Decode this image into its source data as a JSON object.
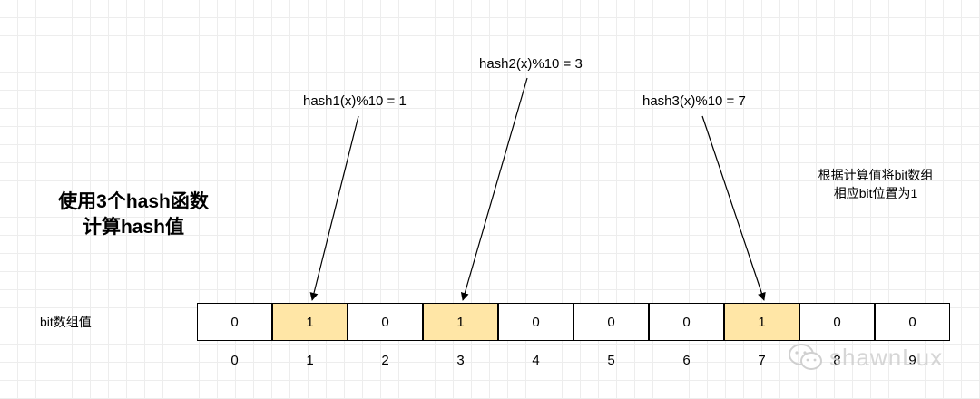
{
  "title_line1": "使用3个hash函数",
  "title_line2": "计算hash值",
  "note_line1": "根据计算值将bit数组",
  "note_line2": "相应bit位置为1",
  "row_label": "bit数组值",
  "hashes": [
    {
      "label": "hash1(x)%10 = 1",
      "target": 1
    },
    {
      "label": "hash2(x)%10 = 3",
      "target": 3
    },
    {
      "label": "hash3(x)%10 = 7",
      "target": 7
    }
  ],
  "bits": [
    "0",
    "1",
    "0",
    "1",
    "0",
    "0",
    "0",
    "1",
    "0",
    "0"
  ],
  "indices": [
    "0",
    "1",
    "2",
    "3",
    "4",
    "5",
    "6",
    "7",
    "8",
    "9"
  ],
  "highlight_color": "#ffe6a6",
  "watermark": "shawnLux",
  "watermark_icon": "wechat-icon"
}
